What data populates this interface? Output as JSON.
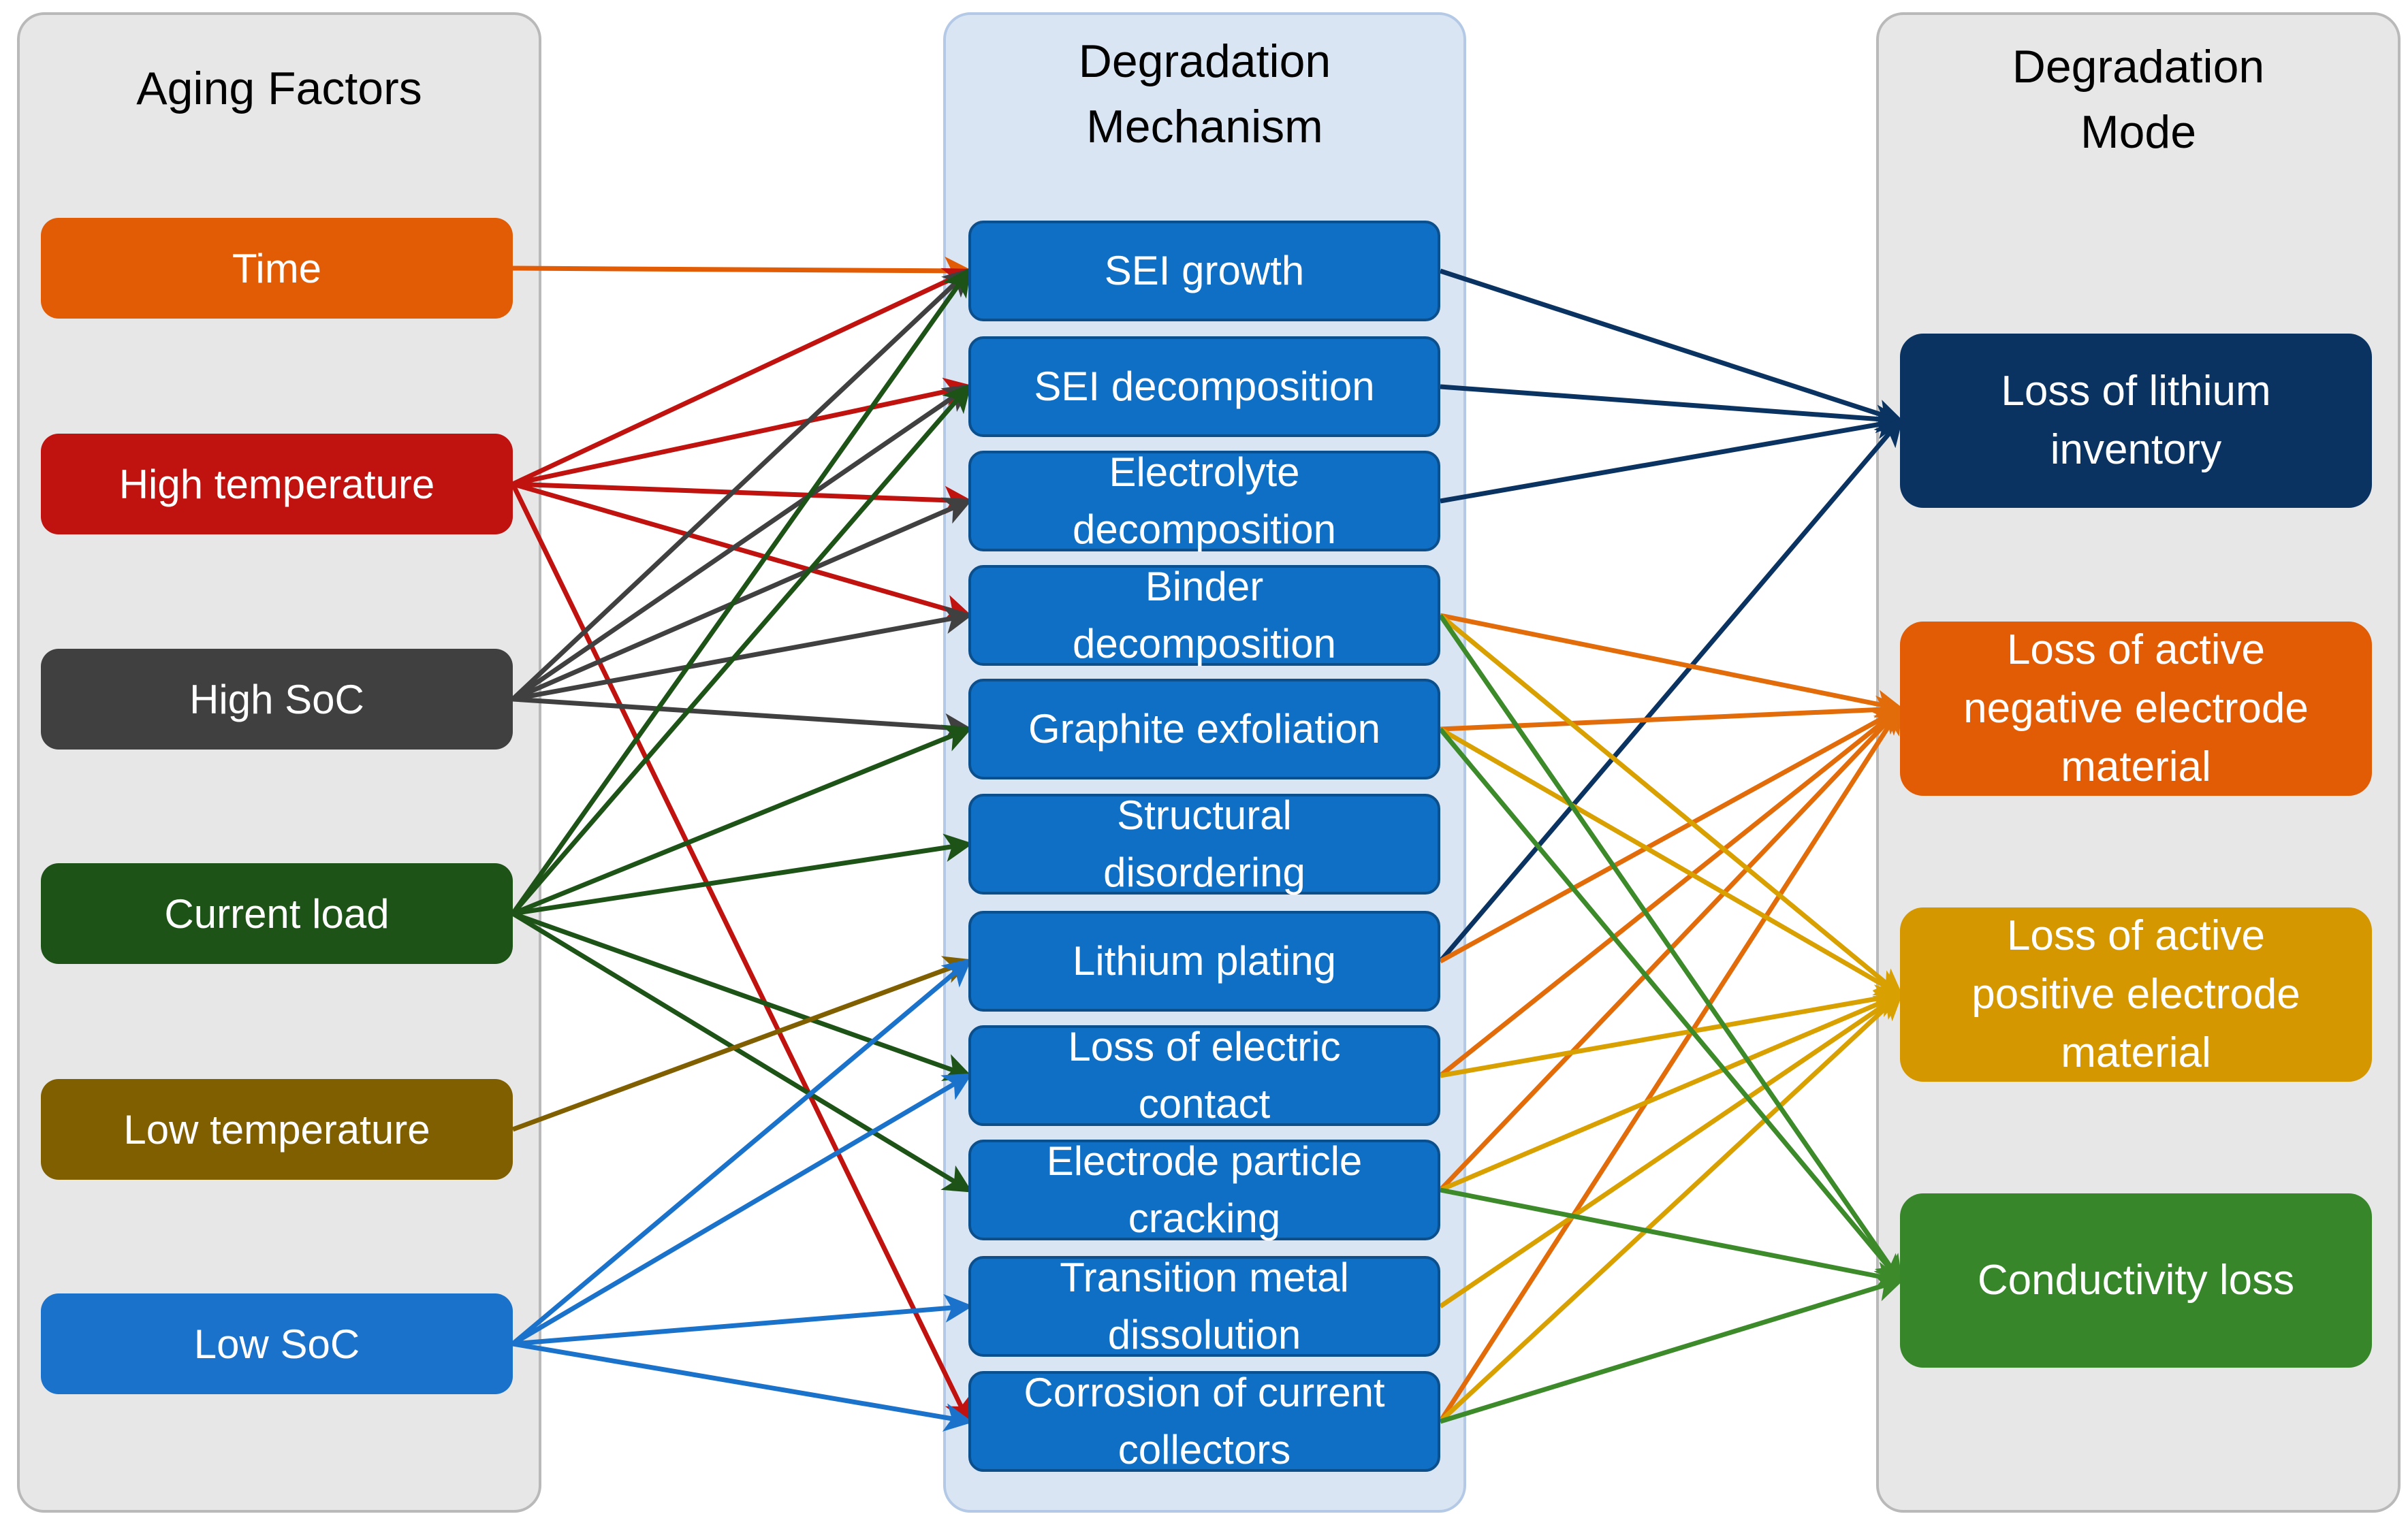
{
  "columns": {
    "aging_factors": {
      "title": [
        "Aging Factors"
      ]
    },
    "mechanism": {
      "title": [
        "Degradation",
        "Mechanism"
      ]
    },
    "mode": {
      "title": [
        "Degradation",
        "Mode"
      ]
    }
  },
  "factors": [
    {
      "id": "time",
      "label": "Time",
      "color": "#e25c05"
    },
    {
      "id": "hightemp",
      "label": "High temperature",
      "color": "#c0120f"
    },
    {
      "id": "highsoc",
      "label": "High SoC",
      "color": "#404040"
    },
    {
      "id": "current",
      "label": "Current load",
      "color": "#1e5317"
    },
    {
      "id": "lowtemp",
      "label": "Low temperature",
      "color": "#7f5f00"
    },
    {
      "id": "lowsoc",
      "label": "Low SoC",
      "color": "#1a72cb"
    }
  ],
  "mechanisms": [
    {
      "id": "sei",
      "lines": [
        "SEI growth"
      ]
    },
    {
      "id": "seidec",
      "lines": [
        "SEI decomposition"
      ]
    },
    {
      "id": "electrolyte",
      "lines": [
        "Electrolyte",
        "decomposition"
      ]
    },
    {
      "id": "binder",
      "lines": [
        "Binder",
        "decomposition"
      ]
    },
    {
      "id": "graphite",
      "lines": [
        "Graphite exfoliation"
      ]
    },
    {
      "id": "structural",
      "lines": [
        "Structural",
        "disordering"
      ]
    },
    {
      "id": "plating",
      "lines": [
        "Lithium plating"
      ]
    },
    {
      "id": "contact",
      "lines": [
        "Loss of electric",
        "contact"
      ]
    },
    {
      "id": "cracking",
      "lines": [
        "Electrode particle",
        "cracking"
      ]
    },
    {
      "id": "tmd",
      "lines": [
        "Transition metal",
        "dissolution"
      ]
    },
    {
      "id": "corrosion",
      "lines": [
        "Corrosion of current",
        "collectors"
      ]
    }
  ],
  "modes": [
    {
      "id": "lli",
      "lines": [
        "Loss of lithium",
        "inventory"
      ],
      "color": "#0a3361"
    },
    {
      "id": "lamne",
      "lines": [
        "Loss of active",
        "negative electrode",
        "material"
      ],
      "color": "#e25c05"
    },
    {
      "id": "lampe",
      "lines": [
        "Loss of active",
        "positive electrode",
        "material"
      ],
      "color": "#d49700"
    },
    {
      "id": "cond",
      "lines": [
        "Conductivity loss"
      ],
      "color": "#37862a"
    }
  ],
  "colors": {
    "mechanism_box": "#0e6fc4",
    "mechanism_border": "#0b4f8c",
    "link_lli": "#0a3361",
    "link_lamne": "#e36c0a",
    "link_lampe": "#d8a000",
    "link_cond": "#3c8a2a"
  },
  "factor_links": [
    {
      "from": "time",
      "to": [
        "sei"
      ]
    },
    {
      "from": "hightemp",
      "to": [
        "sei",
        "seidec",
        "electrolyte",
        "binder",
        "corrosion"
      ]
    },
    {
      "from": "highsoc",
      "to": [
        "sei",
        "seidec",
        "electrolyte",
        "binder",
        "graphite"
      ]
    },
    {
      "from": "current",
      "to": [
        "sei",
        "seidec",
        "graphite",
        "structural",
        "contact",
        "cracking"
      ]
    },
    {
      "from": "lowtemp",
      "to": [
        "plating"
      ]
    },
    {
      "from": "lowsoc",
      "to": [
        "plating",
        "contact",
        "tmd",
        "corrosion"
      ]
    }
  ],
  "mode_links": [
    {
      "from": "sei",
      "to": "lli"
    },
    {
      "from": "seidec",
      "to": "lli"
    },
    {
      "from": "electrolyte",
      "to": "lli"
    },
    {
      "from": "plating",
      "to": "lli"
    },
    {
      "from": "binder",
      "to": "lamne"
    },
    {
      "from": "graphite",
      "to": "lamne"
    },
    {
      "from": "plating",
      "to": "lamne"
    },
    {
      "from": "contact",
      "to": "lamne"
    },
    {
      "from": "cracking",
      "to": "lamne"
    },
    {
      "from": "corrosion",
      "to": "lamne"
    },
    {
      "from": "binder",
      "to": "lampe"
    },
    {
      "from": "graphite",
      "to": "lampe"
    },
    {
      "from": "contact",
      "to": "lampe"
    },
    {
      "from": "cracking",
      "to": "lampe"
    },
    {
      "from": "tmd",
      "to": "lampe"
    },
    {
      "from": "corrosion",
      "to": "lampe"
    },
    {
      "from": "binder",
      "to": "cond"
    },
    {
      "from": "graphite",
      "to": "cond"
    },
    {
      "from": "cracking",
      "to": "cond"
    },
    {
      "from": "corrosion",
      "to": "cond"
    }
  ]
}
